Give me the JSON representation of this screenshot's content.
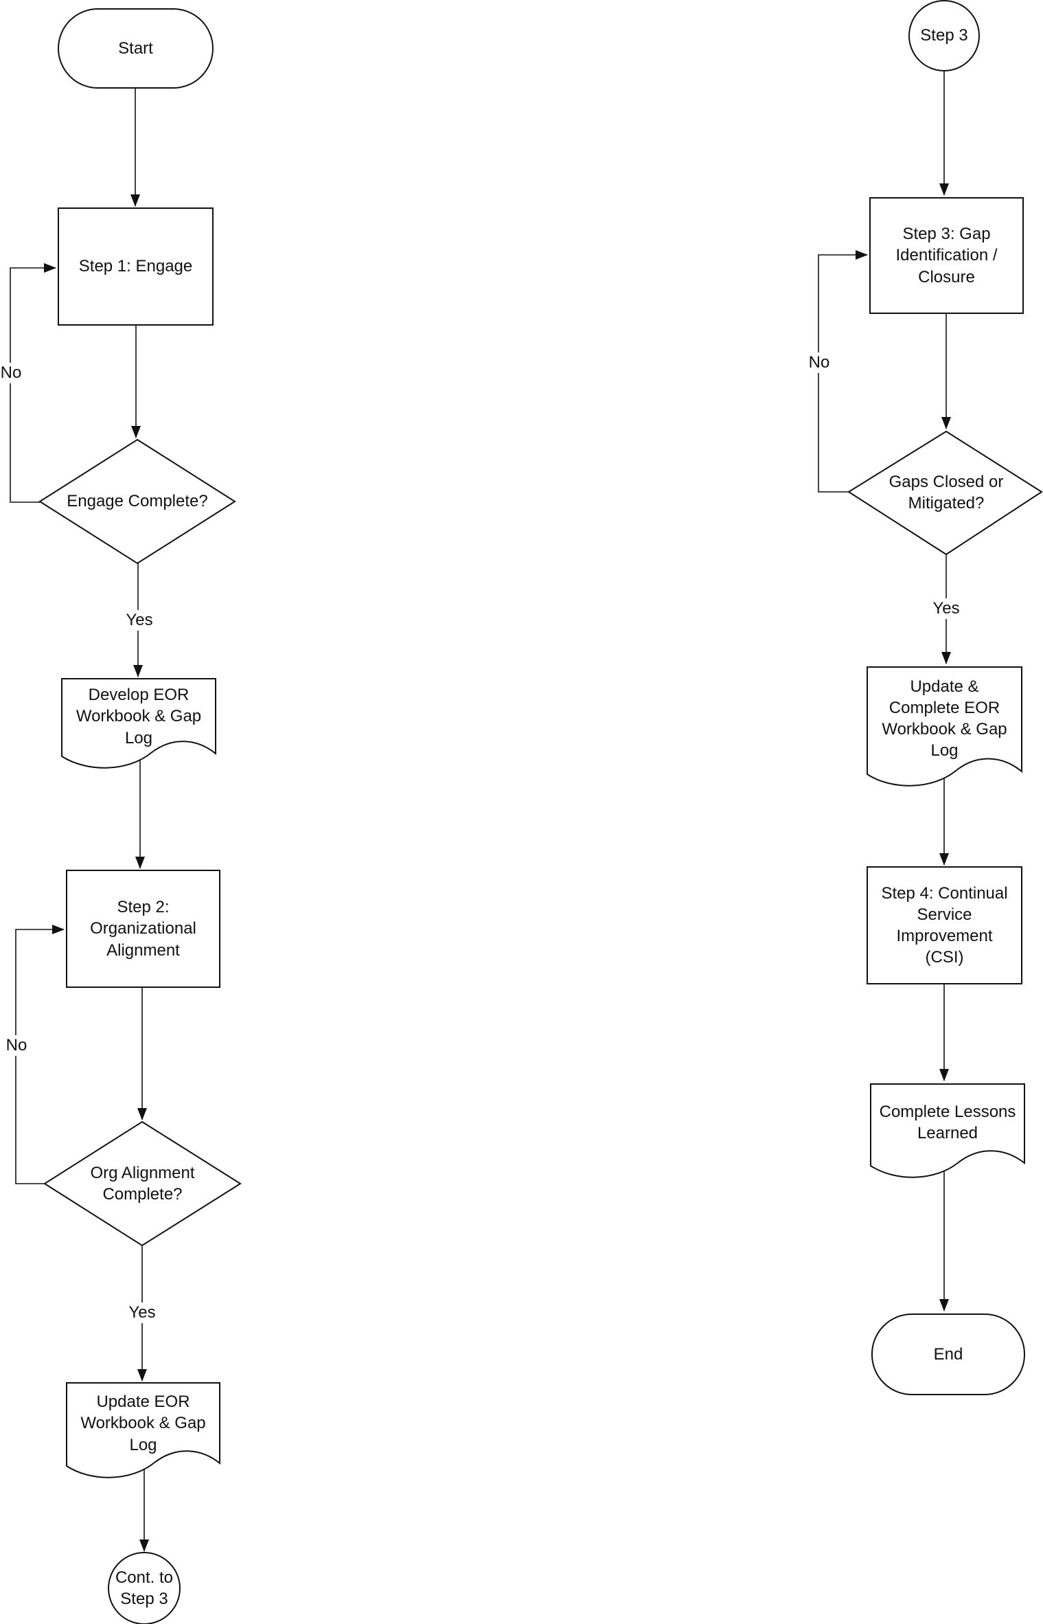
{
  "nodes": {
    "start": "Start",
    "step1": "Step 1: Engage",
    "decision_engage": "Engage Complete?",
    "doc_develop": "Develop EOR\nWorkbook & Gap\nLog",
    "step2": "Step 2:\nOrganizational\nAlignment",
    "decision_org": "Org Alignment\nComplete?",
    "doc_update": "Update EOR\nWorkbook & Gap\nLog",
    "continue_step3": "Cont. to\nStep 3",
    "step3_connector": "Step 3",
    "step3": "Step 3: Gap\nIdentification /\nClosure",
    "decision_gaps": "Gaps Closed or\nMitigated?",
    "doc_update_complete": "Update &\nComplete EOR\nWorkbook & Gap\nLog",
    "step4": "Step 4: Continual\nService\nImprovement\n(CSI)",
    "doc_lessons": "Complete Lessons\nLearned",
    "end": "End"
  },
  "edge_labels": {
    "yes": "Yes",
    "no": "No"
  },
  "colors": {
    "stroke": "#111111",
    "shape_fill": "#ffffff",
    "text": "#111111"
  }
}
